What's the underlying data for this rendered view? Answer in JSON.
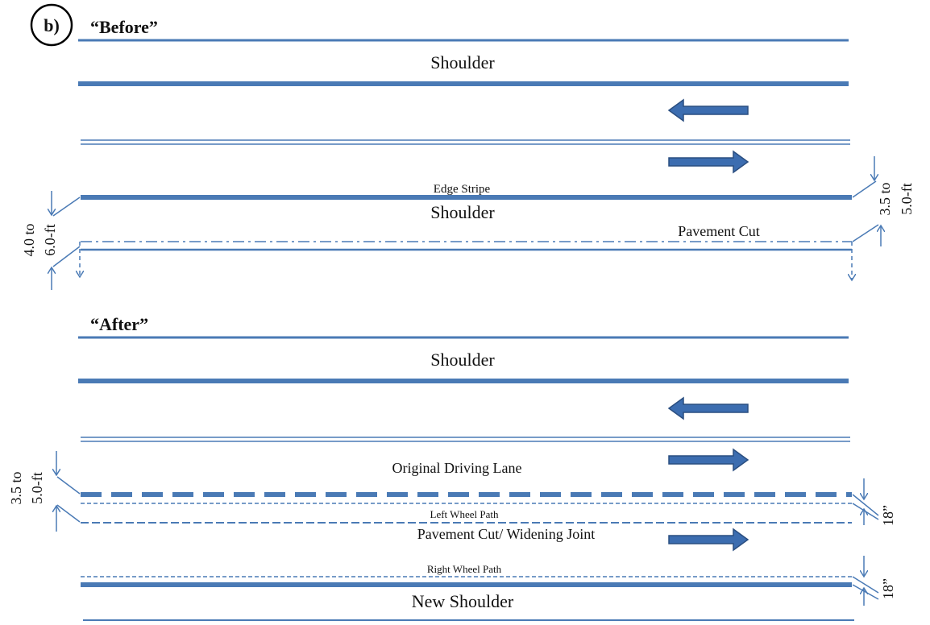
{
  "panel_marker": "b)",
  "colors": {
    "line": "#4a7ab5",
    "arrow_fill": "#3c6db0",
    "arrow_stroke": "#2a4e80"
  },
  "before": {
    "title": "“Before”",
    "shoulder_top": "Shoulder",
    "edge_stripe": "Edge Stripe",
    "shoulder_bottom": "Shoulder",
    "pavement_cut": "Pavement Cut",
    "dim_left": [
      "4.0 to",
      "6.0-ft"
    ],
    "dim_right": [
      "3.5 to",
      "5.0-ft"
    ]
  },
  "after": {
    "title": "“After”",
    "shoulder_top": "Shoulder",
    "original_driving_lane": "Original Driving Lane",
    "left_wheel_path": "Left Wheel Path",
    "pavement_cut_joint": "Pavement Cut/ Widening Joint",
    "right_wheel_path": "Right Wheel Path",
    "new_shoulder": "New Shoulder",
    "dim_left": [
      "3.5 to",
      "5.0-ft"
    ],
    "dim_right_1": "18”",
    "dim_right_2": "18”"
  }
}
